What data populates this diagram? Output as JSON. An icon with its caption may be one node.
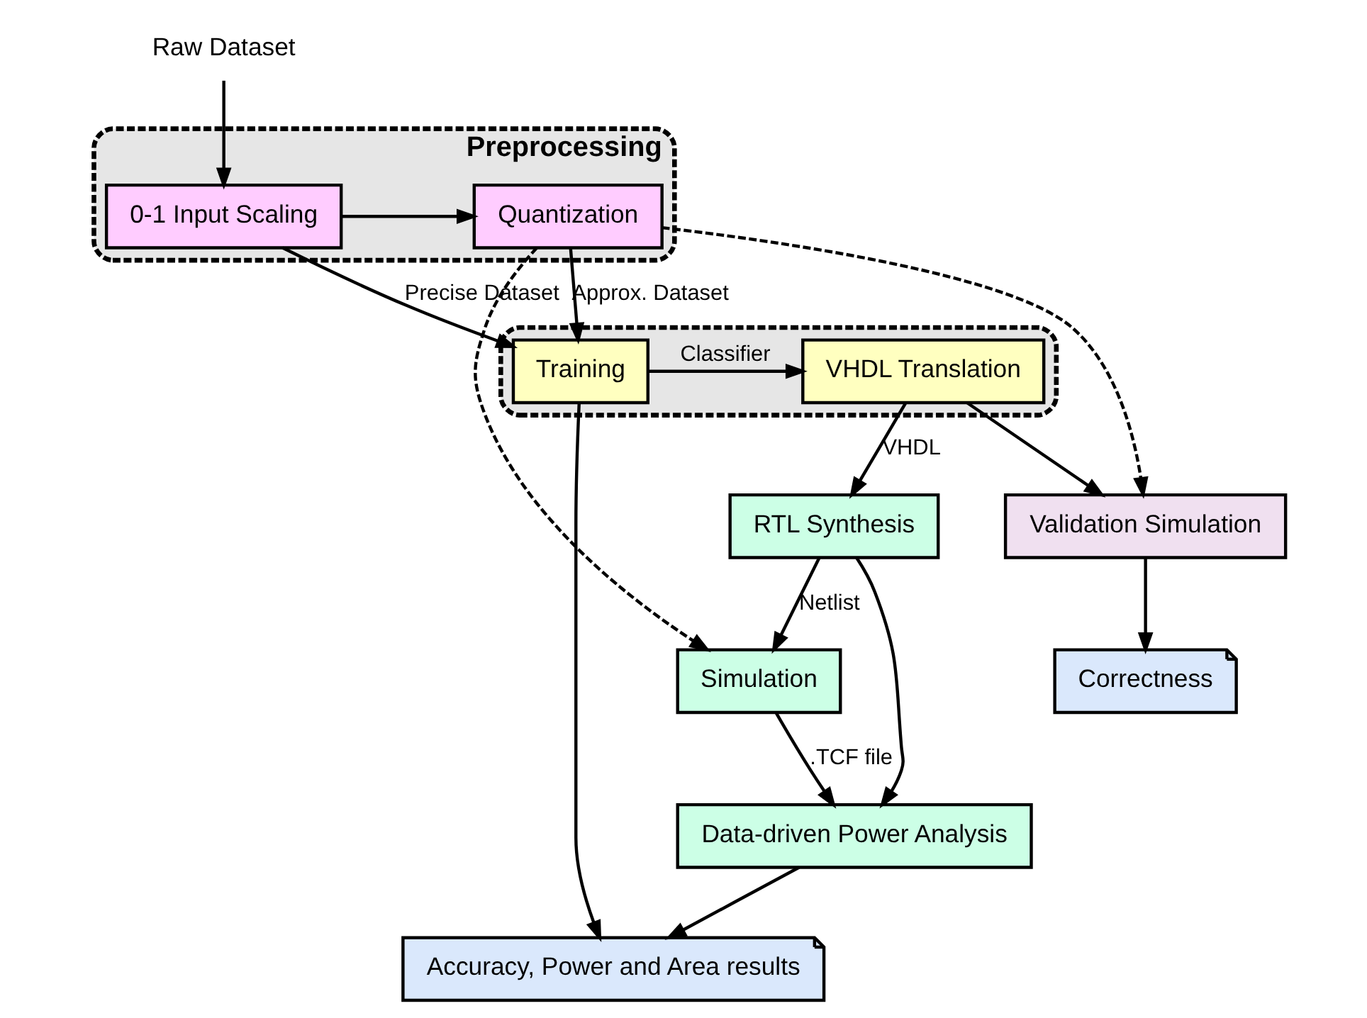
{
  "diagram": {
    "nodes": [
      {
        "text": [
          "Preprocessing"
        ]
      },
      {
        "text": [
          "0-1 Input Scaling"
        ],
        "in": 0
      },
      {
        "text": [
          "Quantization"
        ],
        "in": 0
      },
      {
        "text": [
          "Raw Dataset"
        ]
      },
      {
        "text": [
          "Validation Simulation"
        ]
      },
      {
        "text": [
          "Correctness"
        ]
      },
      {
        "text": [],
        "shape": "box"
      },
      {
        "text": [
          "Training"
        ],
        "in": 6
      },
      {
        "text": [
          "VHDL Translation"
        ],
        "in": 6
      },
      {
        "text": [
          "RTL Synthesis"
        ]
      },
      {
        "text": [
          "Accuracy, Power and Area results"
        ]
      },
      {
        "text": [
          "Data-driven Power Analysis"
        ]
      },
      {
        "text": [
          "Simulation"
        ]
      }
    ],
    "edges": [
      {
        "from": 3,
        "to": 1,
        "arrow": "to"
      },
      {
        "from": 1,
        "to": 2,
        "arrow": "to"
      },
      {
        "from": 2,
        "to": 4,
        "arrow": "to",
        "style": "dashed"
      },
      {
        "from": 1,
        "to": 7,
        "arrow": "to",
        "label": "Precise Dataset"
      },
      {
        "from": 2,
        "to": 7,
        "arrow": "to",
        "label": "Approx. Dataset"
      },
      {
        "from": 7,
        "to": 8,
        "arrow": "to",
        "label": "Classifier"
      },
      {
        "from": 8,
        "to": 9,
        "arrow": "to",
        "label": "VHDL"
      },
      {
        "from": 8,
        "to": 4,
        "arrow": "to"
      },
      {
        "from": 4,
        "to": 5,
        "arrow": "to"
      },
      {
        "from": 9,
        "to": 12,
        "arrow": "to",
        "label": "Netlist"
      },
      {
        "from": 9,
        "to": 11,
        "arrow": "to"
      },
      {
        "from": 2,
        "to": 12,
        "arrow": "to",
        "style": "dashed"
      },
      {
        "from": 12,
        "to": 11,
        "arrow": "to",
        "label": ".TCF file"
      },
      {
        "from": 11,
        "to": 10,
        "arrow": "to"
      },
      {
        "from": 7,
        "to": 10,
        "arrow": "to"
      }
    ]
  }
}
